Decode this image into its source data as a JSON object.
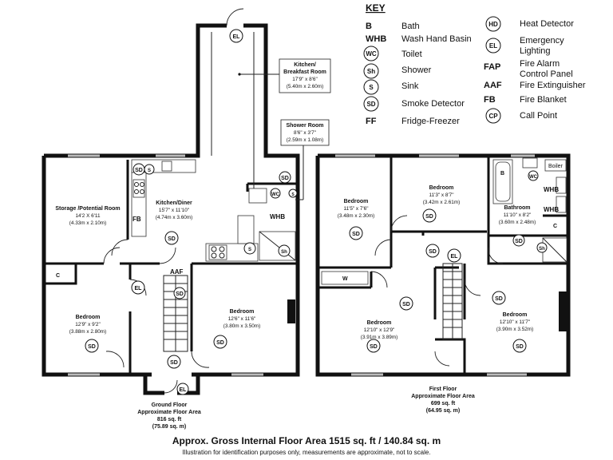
{
  "key": {
    "title": "KEY",
    "left": [
      {
        "code": "B",
        "label": "Bath",
        "badge": false
      },
      {
        "code": "WHB",
        "label": "Wash Hand Basin",
        "badge": false
      },
      {
        "code": "WC",
        "label": "Toilet",
        "badge": true
      },
      {
        "code": "Sh",
        "label": "Shower",
        "badge": true
      },
      {
        "code": "S",
        "label": "Sink",
        "badge": true
      },
      {
        "code": "SD",
        "label": "Smoke Detector",
        "badge": true
      },
      {
        "code": "FF",
        "label": "Fridge-Freezer",
        "badge": false
      }
    ],
    "right": [
      {
        "code": "HD",
        "label": "Heat Detector",
        "badge": true
      },
      {
        "code": "EL",
        "label": "Emergency",
        "label2": "Lighting",
        "badge": true
      },
      {
        "code": "FAP",
        "label": "Fire Alarm",
        "label2": "Control Panel",
        "badge": false
      },
      {
        "code": "AAF",
        "label": "Fire Extinguisher",
        "badge": false
      },
      {
        "code": "FB",
        "label": "Fire Blanket",
        "badge": false
      },
      {
        "code": "CP",
        "label": "Call Point",
        "badge": true
      }
    ]
  },
  "rooms": {
    "kitchen_breakfast": {
      "name": "Kitchen/",
      "name2": "Breakfast Room",
      "dim1": "17'9\" x 8'6\"",
      "dim2": "(5.40m x 2.60m)"
    },
    "shower_room": {
      "name": "Shower Room",
      "dim1": "8'6\" x 3'7\"",
      "dim2": "(2.59m x 1.08m)"
    },
    "storage": {
      "name": "Storage /Potential Room",
      "dim1": "14'2 X 6'11",
      "dim2": "(4.33m x 2.10m)"
    },
    "kitchen_diner": {
      "name": "Kitchen/Diner",
      "dim1": "15'7\" x 11'10\"",
      "dim2": "(4.74m x 3.60m)"
    },
    "gf_bedroom_left": {
      "name": "Bedroom",
      "dim1": "12'9\" x 9'2\"",
      "dim2": "(3.88m x 2.80m)"
    },
    "gf_bedroom_right": {
      "name": "Bedroom",
      "dim1": "12'6\" x 11'6\"",
      "dim2": "(3.80m x 3.50m)"
    },
    "ff_bedroom_1": {
      "name": "Bedroom",
      "dim1": "11'5\" x 7'6\"",
      "dim2": "(3.48m x 2.30m)"
    },
    "ff_bedroom_2": {
      "name": "Bedroom",
      "dim1": "11'3\" x 8'7\"",
      "dim2": "(3.42m x 2.61m)"
    },
    "bathroom": {
      "name": "Bathroom",
      "dim1": "11'10\" x 8'2\"",
      "dim2": "(3.60m x 2.48m)"
    },
    "ff_bedroom_3": {
      "name": "Bedroom",
      "dim1": "12'10\" x 12'9\"",
      "dim2": "(3.91m x 3.89m)"
    },
    "ff_bedroom_4": {
      "name": "Bedroom",
      "dim1": "12'10\" x 11'7\"",
      "dim2": "(3.90m x 3.52m)"
    }
  },
  "fixtures": {
    "fb": "FB",
    "whb": "WHB",
    "aaf": "AAF",
    "c": "C",
    "w": "W",
    "b": "B",
    "boiler": "Boiler"
  },
  "floors": {
    "ground": {
      "l1": "Ground Floor",
      "l2": "Approximate Floor Area",
      "l3": "816 sq. ft",
      "l4": "(75.89 sq. m)"
    },
    "first": {
      "l1": "First Floor",
      "l2": "Approximate Floor Area",
      "l3": "699 sq. ft",
      "l4": "(64.95 sq. m)"
    }
  },
  "total": "Approx. Gross Internal Floor Area 1515 sq. ft / 140.84 sq. m",
  "disclaimer": "Illustration for identification purposes only, measurements are approximate, not to scale.",
  "symbols": [
    "EL",
    "SD",
    "SD",
    "SD",
    "SD",
    "EL",
    "SD",
    "SD",
    "EL",
    "SD",
    "SD",
    "SD",
    "WC",
    "Sh",
    "S",
    "S",
    "SD",
    "SD",
    "SD",
    "SD",
    "EL",
    "SD",
    "SD",
    "WC",
    "Sh",
    "S"
  ]
}
